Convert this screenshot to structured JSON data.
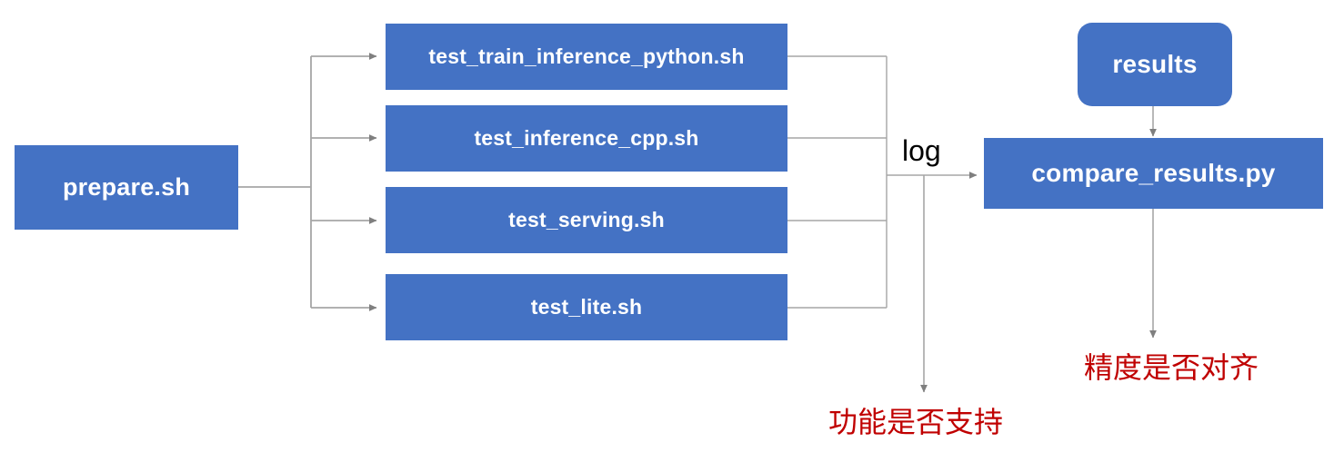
{
  "diagram": {
    "title": "PaddlePaddle TIPC test pipeline flowchart",
    "colors": {
      "node_fill": "#4472c4",
      "node_text": "#ffffff",
      "wire": "#a6a6a6",
      "note_text": "#c00000",
      "background": "#ffffff"
    },
    "nodes": {
      "prepare": {
        "label": "prepare.sh"
      },
      "test_train_inference_python": {
        "label": "test_train_inference_python.sh"
      },
      "test_inference_cpp": {
        "label": "test_inference_cpp.sh"
      },
      "test_serving": {
        "label": "test_serving.sh"
      },
      "test_lite": {
        "label": "test_lite.sh"
      },
      "results": {
        "label": "results"
      },
      "compare_results": {
        "label": "compare_results.py"
      }
    },
    "edge_labels": {
      "log": "log"
    },
    "notes": {
      "function_supported": "功能是否支持",
      "precision_aligned": "精度是否对齐"
    }
  }
}
